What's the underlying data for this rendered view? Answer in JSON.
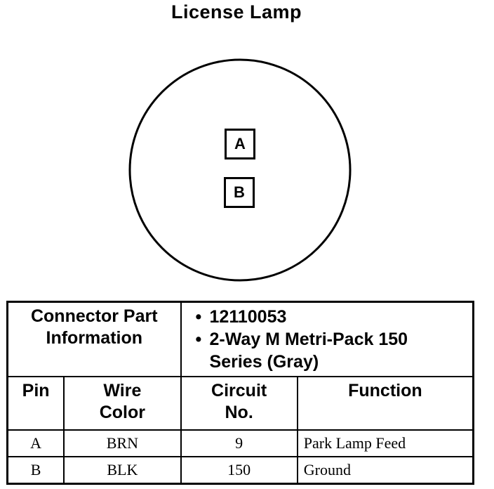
{
  "title": "License Lamp",
  "connector": {
    "pins_shown": [
      "A",
      "B"
    ]
  },
  "part_info": {
    "header": [
      "Connector Part",
      "Information"
    ],
    "bullet_symbol": "•",
    "part_number": "12110053",
    "description_line1": "2-Way M Metri-Pack 150",
    "description_line2": "Series (Gray)"
  },
  "columns": {
    "pin": "Pin",
    "wire_color": [
      "Wire",
      "Color"
    ],
    "circuit": [
      "Circuit",
      "No."
    ],
    "function": "Function"
  },
  "rows": [
    {
      "pin": "A",
      "wire_color": "BRN",
      "circuit": "9",
      "function": "Park Lamp Feed"
    },
    {
      "pin": "B",
      "wire_color": "BLK",
      "circuit": "150",
      "function": "Ground"
    }
  ]
}
